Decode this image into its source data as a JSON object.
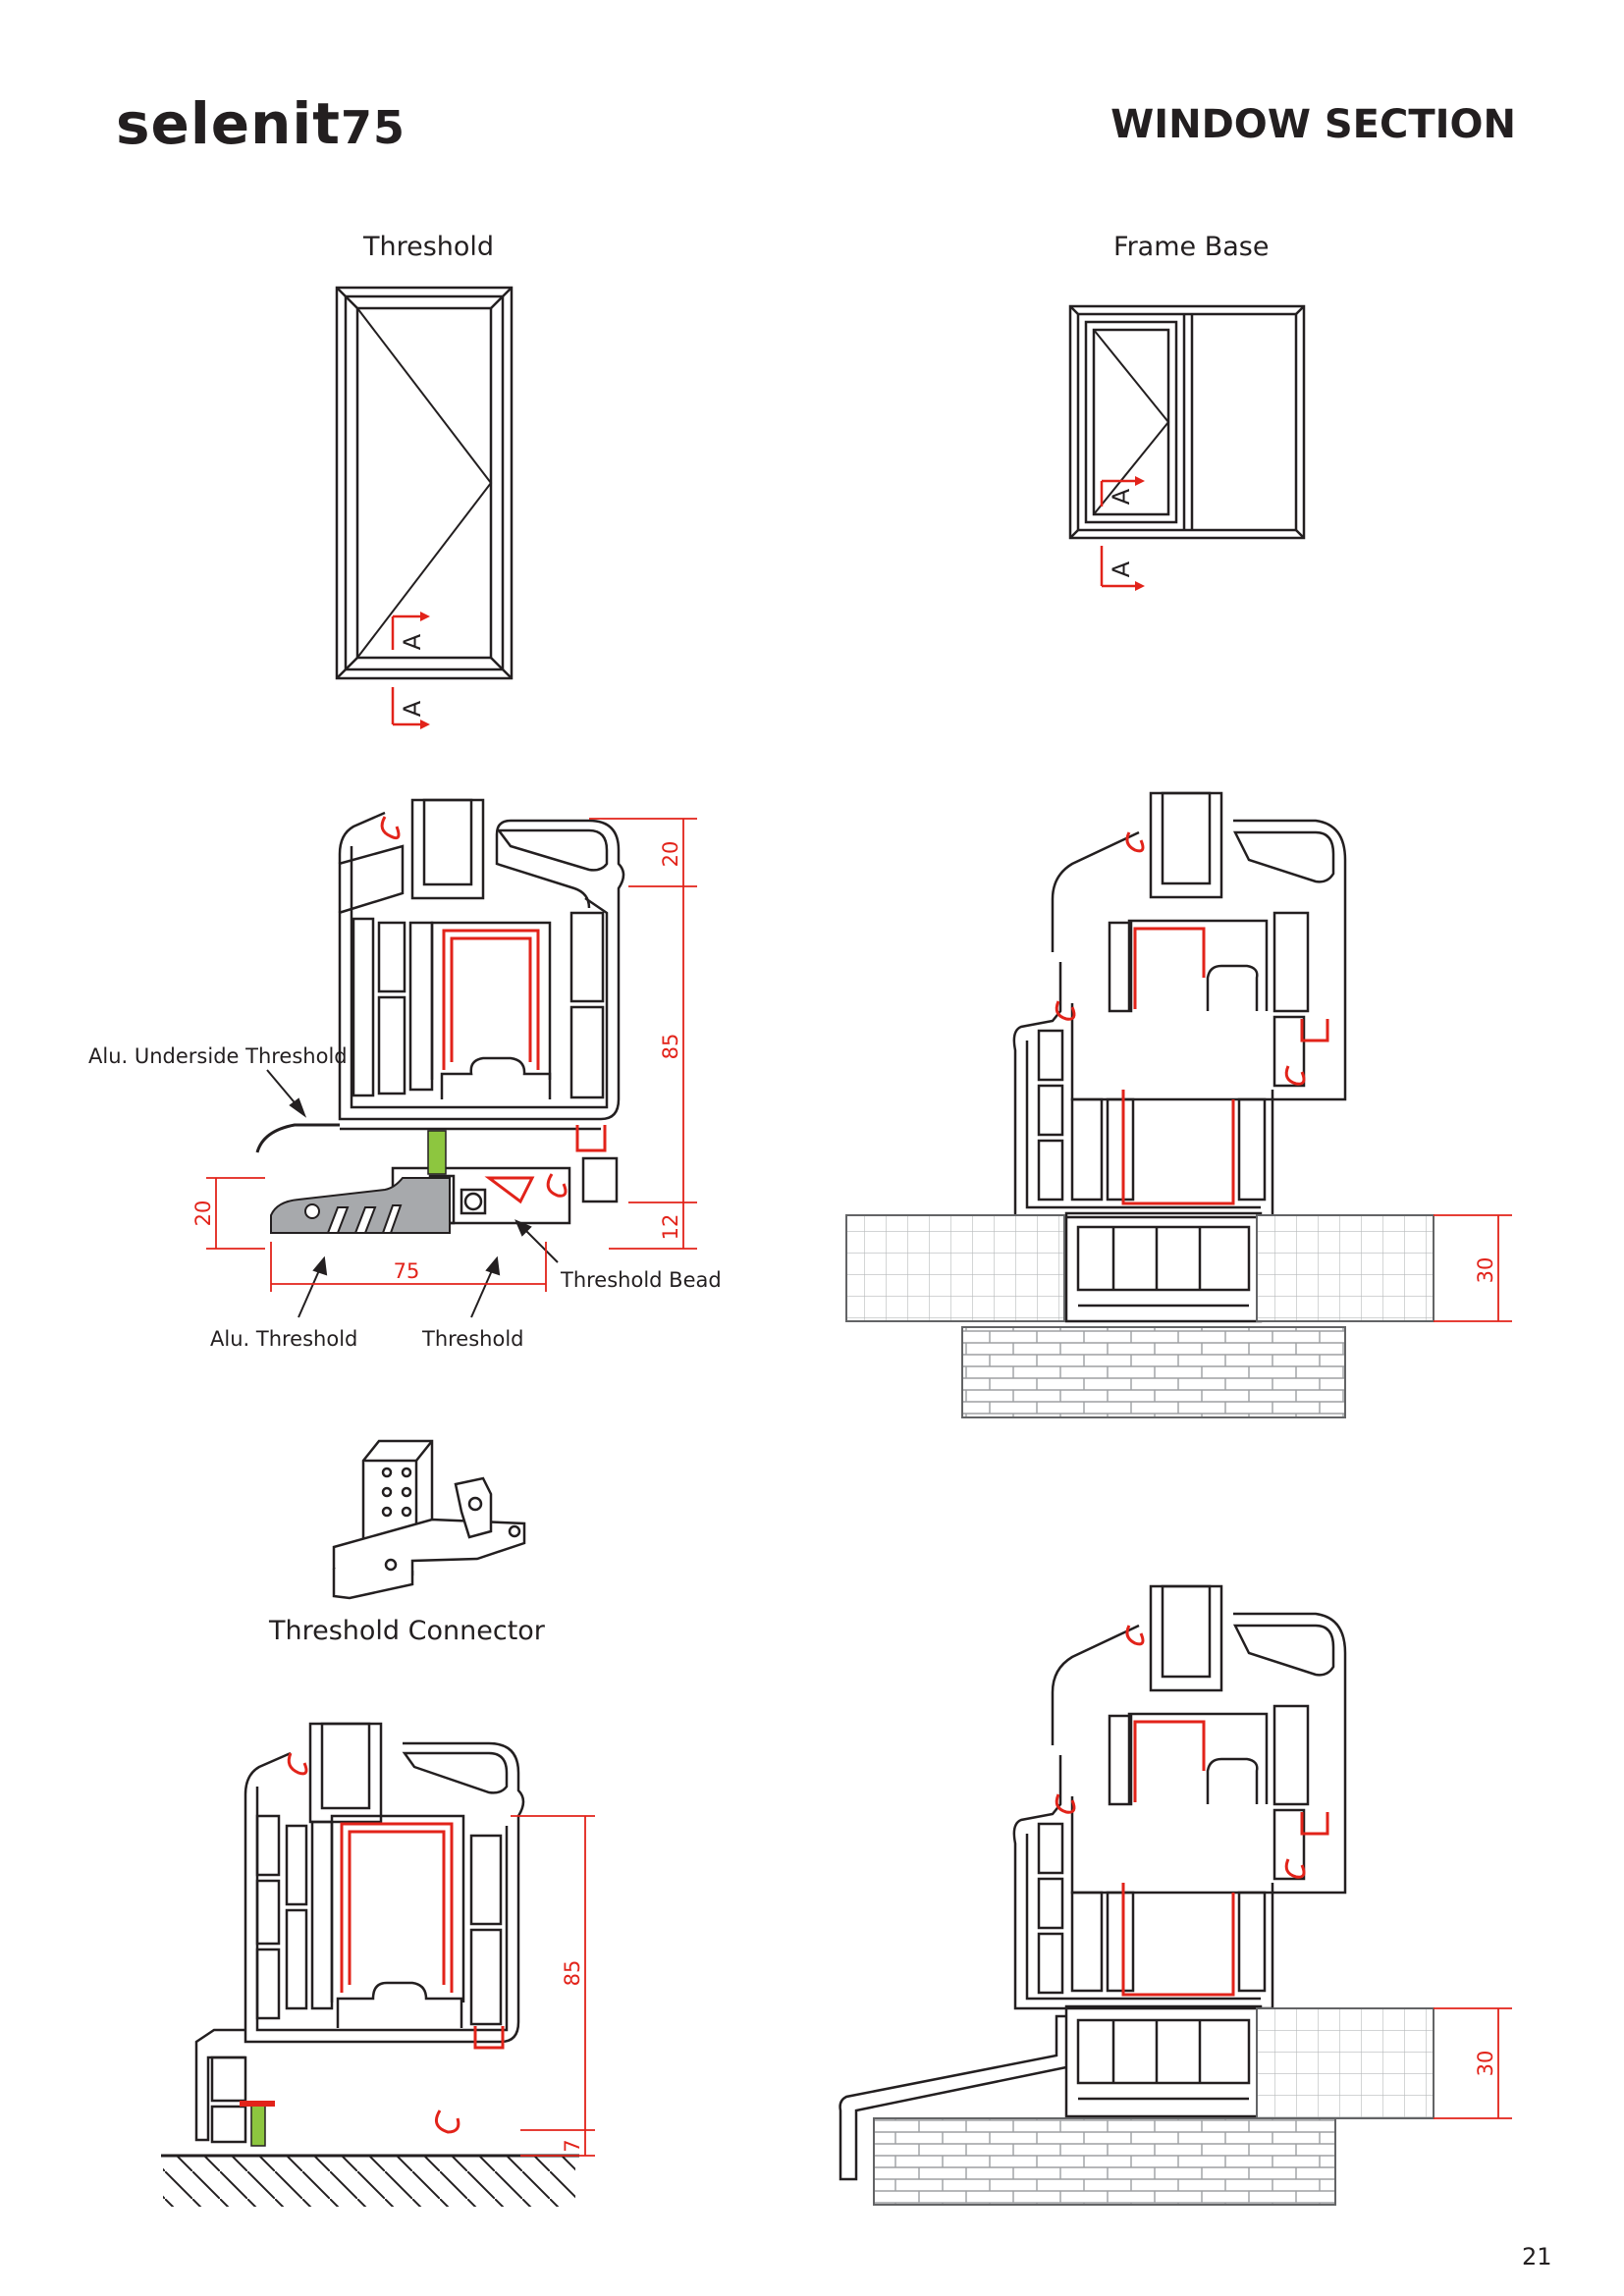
{
  "brand": {
    "logo_text": "selenit",
    "logo_number": "75"
  },
  "header": {
    "title": "WINDOW SECTION"
  },
  "captions": {
    "threshold": "Threshold",
    "frame_base": "Frame Base",
    "threshold_connector": "Threshold Connector"
  },
  "section_marks": {
    "letter": "A"
  },
  "labels": {
    "alu_underside_threshold": "Alu. Underside Threshold",
    "threshold_bead": "Threshold Bead",
    "alu_threshold": "Alu. Threshold",
    "threshold": "Threshold"
  },
  "dimensions": {
    "d20_top": "20",
    "d85_main": "85",
    "d12": "12",
    "d20_side": "20",
    "d75": "75",
    "d30_frame": "30",
    "d85_bottom": "85",
    "d7": "7",
    "d30_bottom": "30"
  },
  "colors": {
    "line": "#231f20",
    "accent_red": "#e2231a",
    "accent_green": "#8dc63f",
    "grey_fill": "#a7a9ac"
  },
  "footer": {
    "page_number": "21"
  }
}
